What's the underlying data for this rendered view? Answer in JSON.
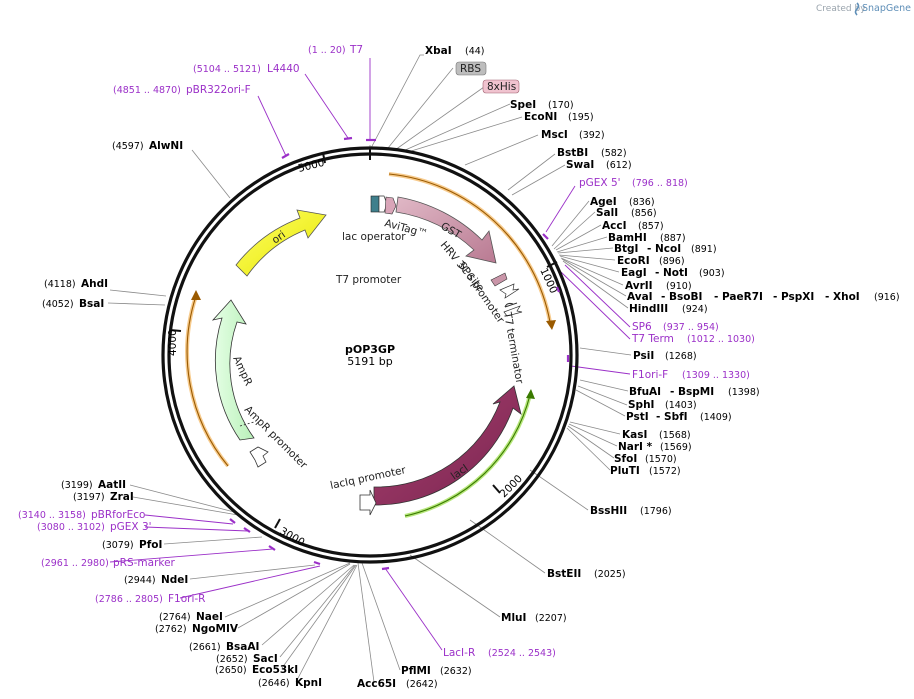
{
  "branding": {
    "created_by": "Created by",
    "app": "SnapGene"
  },
  "map": {
    "name": "pOP3GP",
    "length": "5191 bp",
    "ticks": [
      "1000",
      "2000",
      "3000",
      "4000",
      "5000"
    ]
  },
  "features": {
    "gst": "GST",
    "avitag": "AviTag™",
    "lac_operator": "lac operator",
    "t7_promoter": "T7 promoter",
    "hrv_3c": "HRV 3C site",
    "sp6_promoter": "SP6 promoter",
    "t7_terminator": "T7 terminator",
    "laci": "lacI",
    "laciq_promoter": "lacIq promoter",
    "ampr": "AmpR",
    "ampr_promoter": "AmpR promoter",
    "ori": "ori",
    "rbs": "RBS",
    "his": "8xHis"
  },
  "sites_right": [
    {
      "name": "XbaI",
      "pos": "(44)"
    },
    {
      "name": "SpeI",
      "pos": "(170)"
    },
    {
      "name": "EcoNI",
      "pos": "(195)"
    },
    {
      "name": "MscI",
      "pos": "(392)"
    },
    {
      "name": "BstBI",
      "pos": "(582)"
    },
    {
      "name": "SwaI",
      "pos": "(612)"
    },
    {
      "name": "AgeI",
      "pos": "(836)"
    },
    {
      "name": "SalI",
      "pos": "(856)"
    },
    {
      "name": "AccI",
      "pos": "(857)"
    },
    {
      "name": "BamHI",
      "pos": "(887)"
    },
    {
      "name": "BtgI",
      "pos": ""
    },
    {
      "name": "- NcoI",
      "pos": "(891)"
    },
    {
      "name": "EcoRI",
      "pos": "(896)"
    },
    {
      "name": "EagI",
      "pos": ""
    },
    {
      "name": "- NotI",
      "pos": "(903)"
    },
    {
      "name": "AvrII",
      "pos": "(910)"
    },
    {
      "name": "AvaI",
      "pos": ""
    },
    {
      "name": "- BsoBI",
      "pos": ""
    },
    {
      "name": "- PaeR7I",
      "pos": ""
    },
    {
      "name": "- PspXI",
      "pos": ""
    },
    {
      "name": "- XhoI",
      "pos": "(916)"
    },
    {
      "name": "HindIII",
      "pos": "(924)"
    },
    {
      "name": "PsiI",
      "pos": "(1268)"
    },
    {
      "name": "BfuAI",
      "pos": ""
    },
    {
      "name": "- BspMI",
      "pos": "(1398)"
    },
    {
      "name": "SphI",
      "pos": "(1403)"
    },
    {
      "name": "PstI",
      "pos": ""
    },
    {
      "name": "- SbfI",
      "pos": "(1409)"
    },
    {
      "name": "KasI",
      "pos": "(1568)"
    },
    {
      "name": "NarI *",
      "pos": "(1569)"
    },
    {
      "name": "SfoI",
      "pos": "(1570)"
    },
    {
      "name": "PluTI",
      "pos": "(1572)"
    },
    {
      "name": "BssHII",
      "pos": "(1796)"
    },
    {
      "name": "BstEII",
      "pos": "(2025)"
    },
    {
      "name": "MluI",
      "pos": "(2207)"
    },
    {
      "name": "PflMI",
      "pos": "(2632)"
    },
    {
      "name": "Acc65I",
      "pos": "(2642)"
    }
  ],
  "sites_left": [
    {
      "name": "AlwNI",
      "pos": "(4597)"
    },
    {
      "name": "AhdI",
      "pos": "(4118)"
    },
    {
      "name": "BsaI",
      "pos": "(4052)"
    },
    {
      "name": "AatII",
      "pos": "(3199)"
    },
    {
      "name": "ZraI",
      "pos": "(3197)"
    },
    {
      "name": "PfoI",
      "pos": "(3079)"
    },
    {
      "name": "NdeI",
      "pos": "(2944)"
    },
    {
      "name": "NaeI",
      "pos": "(2764)"
    },
    {
      "name": "NgoMIV",
      "pos": "(2762)"
    },
    {
      "name": "BsaAI",
      "pos": "(2661)"
    },
    {
      "name": "SacI",
      "pos": "(2652)"
    },
    {
      "name": "Eco53kI",
      "pos": "(2650)"
    },
    {
      "name": "KpnI",
      "pos": "(2646)"
    }
  ],
  "primers": [
    {
      "name": "T7",
      "range": "(1 .. 20)"
    },
    {
      "name": "L4440",
      "range": "(5104 .. 5121)"
    },
    {
      "name": "pBR322ori-F",
      "range": "(4851 .. 4870)"
    },
    {
      "name": "pGEX 5'",
      "range": "(796 .. 818)"
    },
    {
      "name": "SP6",
      "range": "(937 .. 954)"
    },
    {
      "name": "T7 Term",
      "range": "(1012 .. 1030)"
    },
    {
      "name": "F1ori-F",
      "range": "(1309 .. 1330)"
    },
    {
      "name": "LacI-R",
      "range": "(2524 .. 2543)"
    },
    {
      "name": "pBRforEco",
      "range": "(3140 .. 3158)"
    },
    {
      "name": "pGEX 3'",
      "range": "(3080 .. 3102)"
    },
    {
      "name": "pRS-marker",
      "range": "(2961 .. 2980)"
    },
    {
      "name": "F1ori-R",
      "range": "(2786 .. 2805)"
    }
  ],
  "colors": {
    "gst": "#c995a8",
    "laci": "#8f2f5f",
    "ori": "#ffff00",
    "ampr": "#ccffcc",
    "primer": "#9b30c8",
    "orf_orange": "#f0a030",
    "orf_green": "#99dd44"
  }
}
